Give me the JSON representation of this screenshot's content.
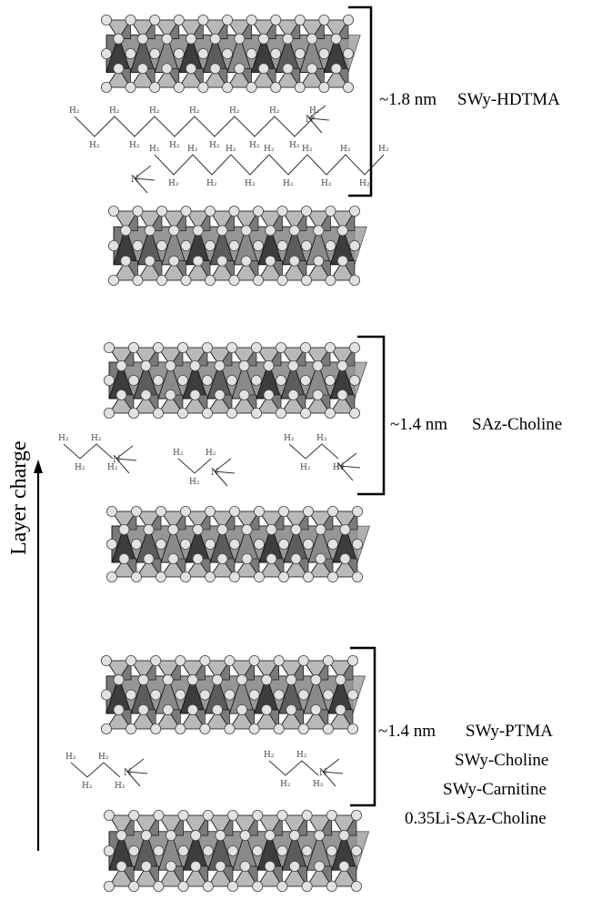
{
  "axis": {
    "label": "Layer charge"
  },
  "panels": [
    {
      "spacing": "~1.8 nm",
      "samples": [
        "SWy-HDTMA"
      ],
      "molecule": "HDTMA"
    },
    {
      "spacing": "~1.4 nm",
      "samples": [
        "SAz-Choline"
      ],
      "molecule": "Choline"
    },
    {
      "spacing": "~1.4 nm",
      "samples": [
        "SWy-PTMA",
        "SWy-Choline",
        "SWy-Carnitine",
        "0.35Li-SAz-Choline"
      ],
      "molecule": "Choline"
    }
  ],
  "colors": {
    "tetra_light": "#b9b9b9",
    "tetra_dark": "#7a7a7a",
    "octa_dark": "#3d3d3d",
    "atom": "#e2e2e2",
    "stroke": "#000000"
  }
}
